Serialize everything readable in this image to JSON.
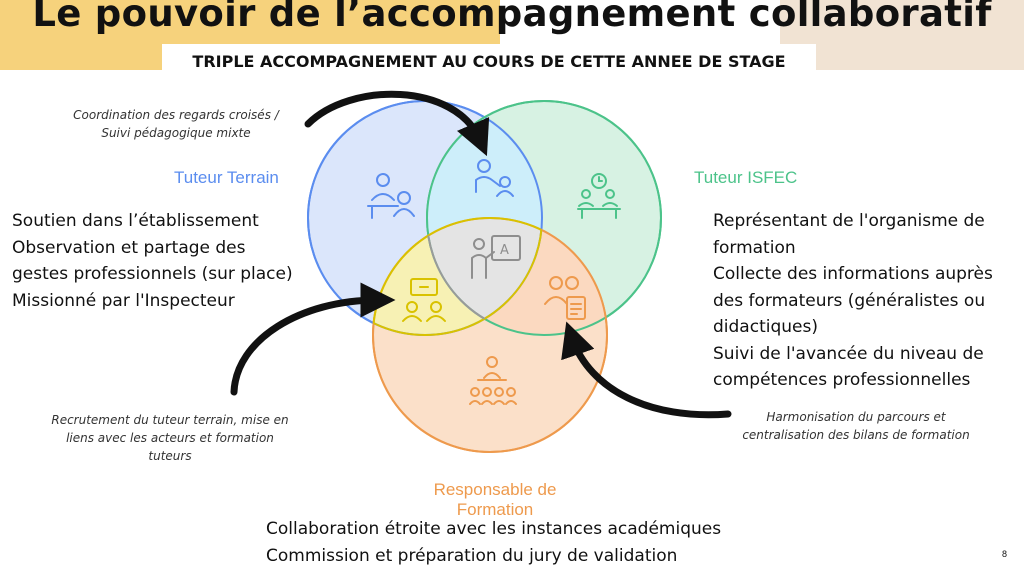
{
  "title": "Le pouvoir de l’accompagnement collaboratif",
  "subtitle": "TRIPLE ACCOMPAGNEMENT AU COURS DE CETTE ANNEE DE STAGE",
  "colors": {
    "blue": "#5b8def",
    "green": "#4cc38a",
    "orange": "#ee9a4d",
    "yellow": "#d9c200",
    "gray": "#8e8e8e",
    "title_band": "#f6d27c"
  },
  "circles": {
    "terrain": {
      "label": "Tuteur Terrain",
      "icon": "teacher-at-desk-icon"
    },
    "isfec": {
      "label": "Tuteur ISFEC",
      "icon": "trainer-with-clock-icon"
    },
    "formation": {
      "label_line1": "Responsable de",
      "label_line2": "Formation",
      "icon": "presenter-audience-icon"
    }
  },
  "overlap_icons": {
    "terrain_isfec": "mentoring-icon",
    "terrain_formation": "discussion-board-icon",
    "isfec_formation": "meeting-document-icon",
    "center": "teacher-board-icon"
  },
  "left_list": [
    "Soutien dans l’établissement",
    "Observation et partage des",
    "gestes professionnels (sur place)",
    "Missionné par l'Inspecteur"
  ],
  "right_list": [
    "Représentant de l'organisme de",
    "formation",
    "Collecte des informations auprès",
    "des formateurs (généralistes ou",
    "didactiques)",
    "Suivi de l'avancée du niveau de",
    "compétences professionnelles"
  ],
  "bottom_list": [
    "Collaboration étroite avec les instances académiques",
    "Commission et préparation du jury de validation"
  ],
  "notes": {
    "top": [
      "Coordination des regards croisés /",
      "Suivi pédagogique mixte"
    ],
    "bottom_left": [
      "Recrutement du tuteur terrain, mise en",
      "liens avec les acteurs et formation",
      "tuteurs"
    ],
    "bottom_right": [
      "Harmonisation du parcours et",
      "centralisation des bilans de formation"
    ]
  },
  "page_number": "8"
}
